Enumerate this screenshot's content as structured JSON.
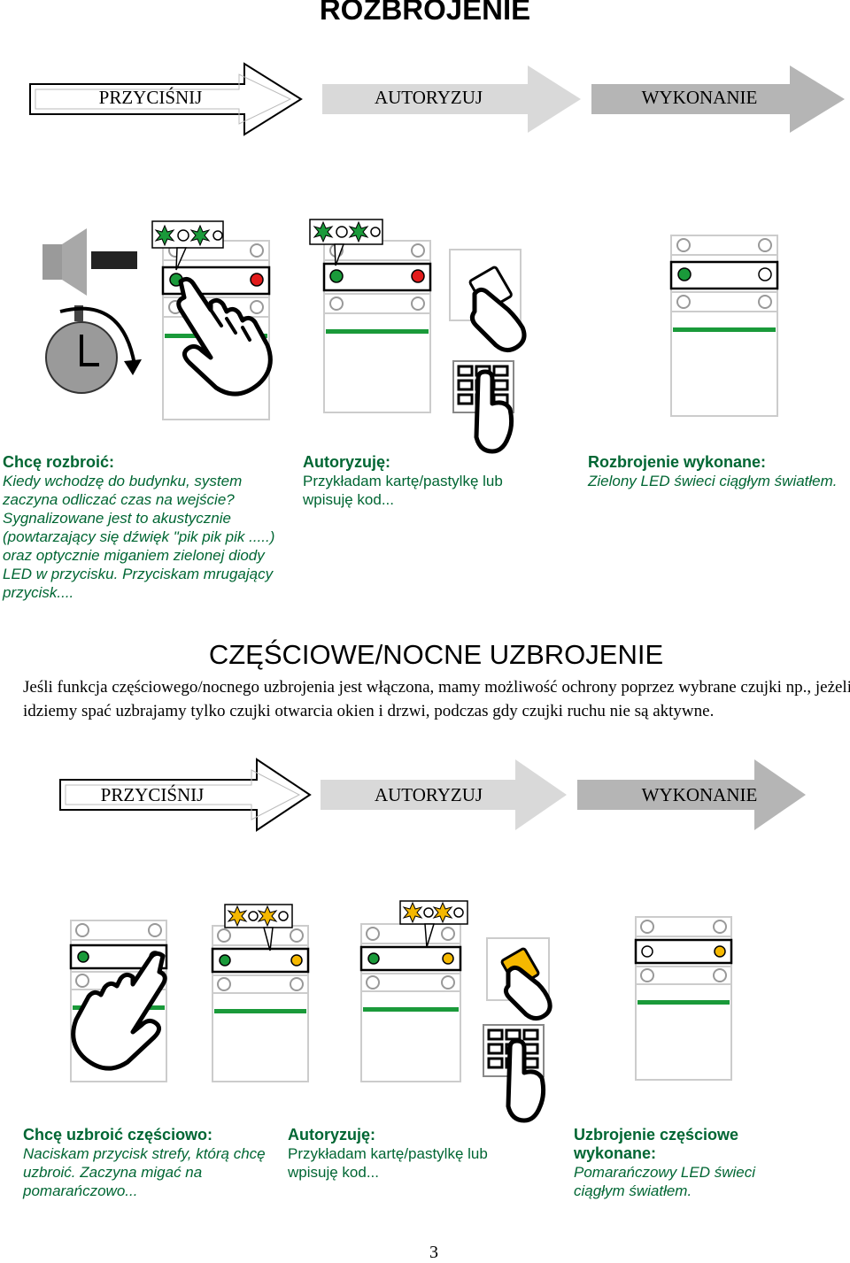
{
  "section1": {
    "title": "ROZBROJENIE",
    "steps": [
      "PRZYCIŚNIJ",
      "AUTORYZUJ",
      "WYKONANIE"
    ],
    "col1": {
      "heading": "Chcę rozbroić:",
      "text": "Kiedy wchodzę do budynku, system zaczyna odliczać czas na wejście? Sygnalizowane jest to akustycznie (powtarzający się dźwięk \"pik pik pik .....) oraz optycznie miganiem zielonej diody LED w przycisku. Przyciskam mrugający przycisk...."
    },
    "col2": {
      "heading": "Autoryzuję:",
      "text": "Przykładam kartę/pastylkę lub wpisuję kod..."
    },
    "col3": {
      "heading": "Rozbrojenie wykonane:",
      "text": "Zielony LED świeci ciągłym światłem."
    }
  },
  "section2": {
    "title": "CZĘŚCIOWE/NOCNE UZBROJENIE",
    "paragraph": "Jeśli funkcja częściowego/nocnego uzbrojenia jest włączona, mamy możliwość ochrony poprzez wybrane czujki np., jeżeli idziemy spać uzbrajamy tylko czujki otwarcia okien i drzwi, podczas gdy czujki ruchu nie są aktywne.",
    "steps": [
      "PRZYCIŚNIJ",
      "AUTORYZUJ",
      "WYKONANIE"
    ],
    "col1": {
      "heading": "Chcę uzbroić częściowo:",
      "text": "Naciskam przycisk strefy, którą chcę uzbroić. Zaczyna migać na pomarańczowo..."
    },
    "col2": {
      "heading": "Autoryzuję:",
      "text": "Przykładam kartę/pastylkę lub wpisuję kod..."
    },
    "col3": {
      "heading": "Uzbrojenie częściowe wykonane:",
      "text": "Pomarańczowy LED świeci ciągłym światłem."
    }
  },
  "page_number": "3",
  "colors": {
    "text_green": "#006633",
    "led_green": "#1a9a3a",
    "led_red": "#e21b1b",
    "led_orange": "#f5b800",
    "panel_green_bar": "#1a9a3a"
  },
  "icons": [
    "speaker-icon",
    "stopwatch-icon",
    "hand-pointer-icon",
    "card-icon",
    "keypad-icon",
    "led-indicator-icon"
  ]
}
